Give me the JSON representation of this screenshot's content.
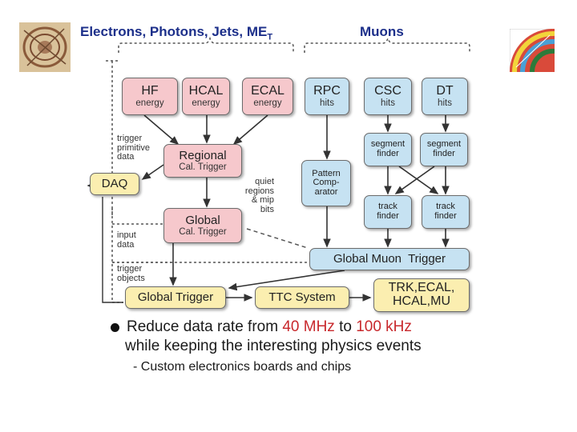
{
  "headers": {
    "left_main": "Electrons, Photons, Jets, ME",
    "left_sub": "T",
    "right": "Muons"
  },
  "boxes": {
    "hf": {
      "line1": "HF",
      "line2": "energy"
    },
    "hcal": {
      "line1": "HCAL",
      "line2": "energy"
    },
    "ecal": {
      "line1": "ECAL",
      "line2": "energy"
    },
    "rpc": {
      "line1": "RPC",
      "line2": "hits"
    },
    "csc": {
      "line1": "CSC",
      "line2": "hits"
    },
    "dt": {
      "line1": "DT",
      "line2": "hits"
    },
    "regional": {
      "line1": "Regional",
      "line2": "Cal. Trigger"
    },
    "daq": {
      "line1": "DAQ"
    },
    "segment_finder_1": {
      "line1": "segment",
      "line2": "finder"
    },
    "segment_finder_2": {
      "line1": "segment",
      "line2": "finder"
    },
    "pattern": {
      "line1": "Pattern",
      "line2": "Comp-",
      "line3": "arator"
    },
    "track_finder_1": {
      "line1": "track",
      "line2": "finder"
    },
    "track_finder_2": {
      "line1": "track",
      "line2": "finder"
    },
    "global_cal": {
      "line1": "Global",
      "line2": "Cal. Trigger"
    },
    "global_muon": {
      "line1": "Global Muon  Trigger"
    },
    "global_trigger": {
      "line1": "Global Trigger"
    },
    "ttc": {
      "line1": "TTC System"
    },
    "trk": {
      "line1": "TRK,ECAL,",
      "line2": "HCAL,MU"
    }
  },
  "notes": {
    "trigger_primitive": [
      "trigger",
      "primitive",
      "data"
    ],
    "quiet_regions": [
      "quiet",
      "regions",
      "& mip",
      "bits"
    ],
    "input_data": [
      "input",
      "data"
    ],
    "trigger_objects": [
      "trigger",
      "objects"
    ]
  },
  "bullets": {
    "b1_pre": "Reduce data rate from ",
    "b1_v1": "40 MHz",
    "b1_mid": " to ",
    "b1_v2": "100 kHz",
    "b2": "while keeping the interesting physics events",
    "b3": "- Custom electronics boards and chips"
  },
  "colors": {
    "header": "#1c2f8a",
    "pink_box": "#f6c8cc",
    "blue_box": "#c6e2f2",
    "yellow_box": "#fbeeb0",
    "highlight": "#c8282c"
  }
}
